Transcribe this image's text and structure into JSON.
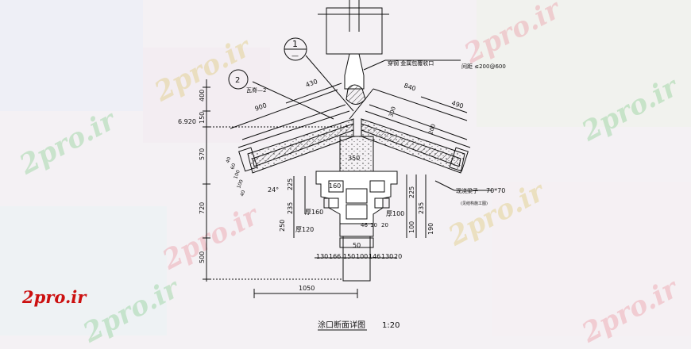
{
  "watermarks": [
    "2pro.ir",
    "2pro.ir",
    "2pro.ir",
    "2pro.ir",
    "2pro.ir",
    "2pro.ir",
    "2pro.ir",
    "2pro.ir"
  ],
  "logo": "2pro.ir",
  "caption": {
    "title": "涂口断面详图",
    "scale": "1:20"
  },
  "notes": {
    "detail_ref": "1",
    "detail_ref_sub": "—",
    "ref2": "2",
    "ref2_label": "瓦脊—2",
    "note_top": "穿钢  金属包覆收口",
    "note_top_right": "间距  ≤200@600",
    "note_right": "现浇梁子",
    "note_right_size": "70*70",
    "note_right_sub": "(见结构施工图)"
  },
  "dims": {
    "d430": "430",
    "d900": "900",
    "d840": "840",
    "d490": "490",
    "d300": "300",
    "d200": "200",
    "d350": "350",
    "d160": "160",
    "d6920": "6.920",
    "d400": "400",
    "d150": "150",
    "d570": "570",
    "d720": "720",
    "d500": "500",
    "d1050": "1050",
    "d24": "24°",
    "d225": "225",
    "d235": "235",
    "d250": "250",
    "d100": "100",
    "d190": "190",
    "d50": "50",
    "d46": "46",
    "d10": "10",
    "t160": "厚160",
    "t120": "厚120",
    "t100": "厚100",
    "small20": "20",
    "small46": "46",
    "small10": "10",
    "bottom_row": [
      "130",
      "166",
      "150",
      "100",
      "146",
      "130",
      "20"
    ],
    "left_small": [
      "40",
      "60",
      "100",
      "100",
      "40"
    ]
  },
  "colors": {
    "line": "#111111",
    "logo": "#cc1010",
    "hatch": "#555555"
  }
}
